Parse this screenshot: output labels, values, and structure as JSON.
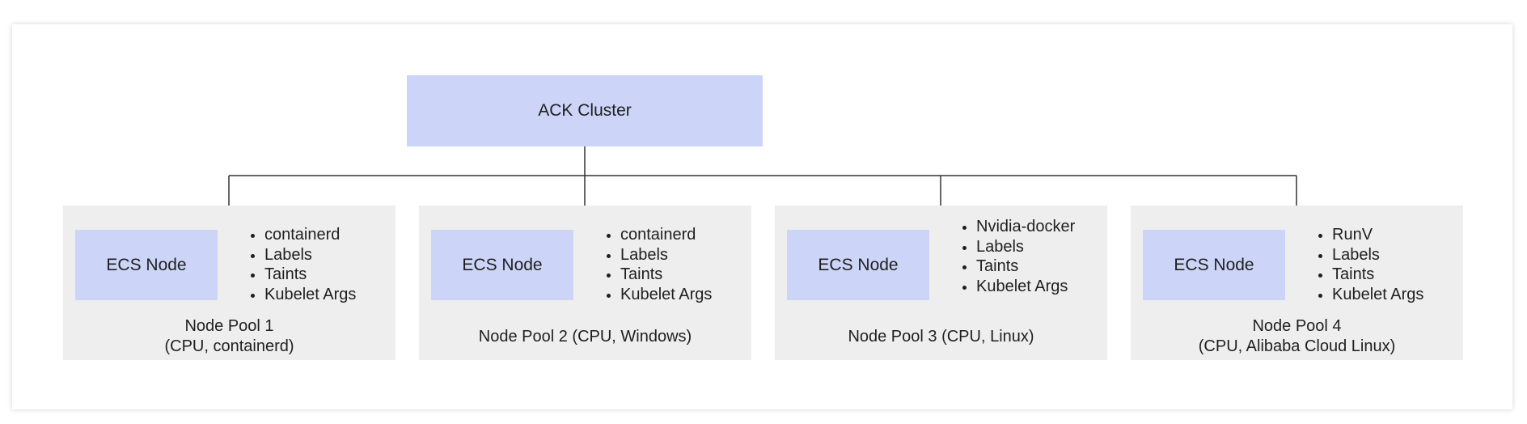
{
  "cluster": {
    "label": "ACK Cluster"
  },
  "colors": {
    "node_fill": "#ccd5f8",
    "pool_fill": "#eeeeee",
    "line": "#333333"
  },
  "pools": [
    {
      "ecs_label": "ECS Node",
      "features": [
        "containerd",
        "Labels",
        "Taints",
        "Kubelet Args"
      ],
      "name_line1": "Node Pool  1",
      "name_line2": "(CPU, containerd)"
    },
    {
      "ecs_label": "ECS Node",
      "features": [
        "containerd",
        "Labels",
        "Taints",
        "Kubelet Args"
      ],
      "name_line1": "Node Pool  2 (CPU, Windows)",
      "name_line2": ""
    },
    {
      "ecs_label": "ECS Node",
      "features": [
        "Nvidia-docker",
        "Labels",
        "Taints",
        "Kubelet Args"
      ],
      "name_line1": "Node Pool  3 (CPU, Linux)",
      "name_line2": ""
    },
    {
      "ecs_label": "ECS Node",
      "features": [
        "RunV",
        "Labels",
        "Taints",
        "Kubelet Args"
      ],
      "name_line1": "Node Pool  4",
      "name_line2": "(CPU, Alibaba Cloud Linux)"
    }
  ]
}
